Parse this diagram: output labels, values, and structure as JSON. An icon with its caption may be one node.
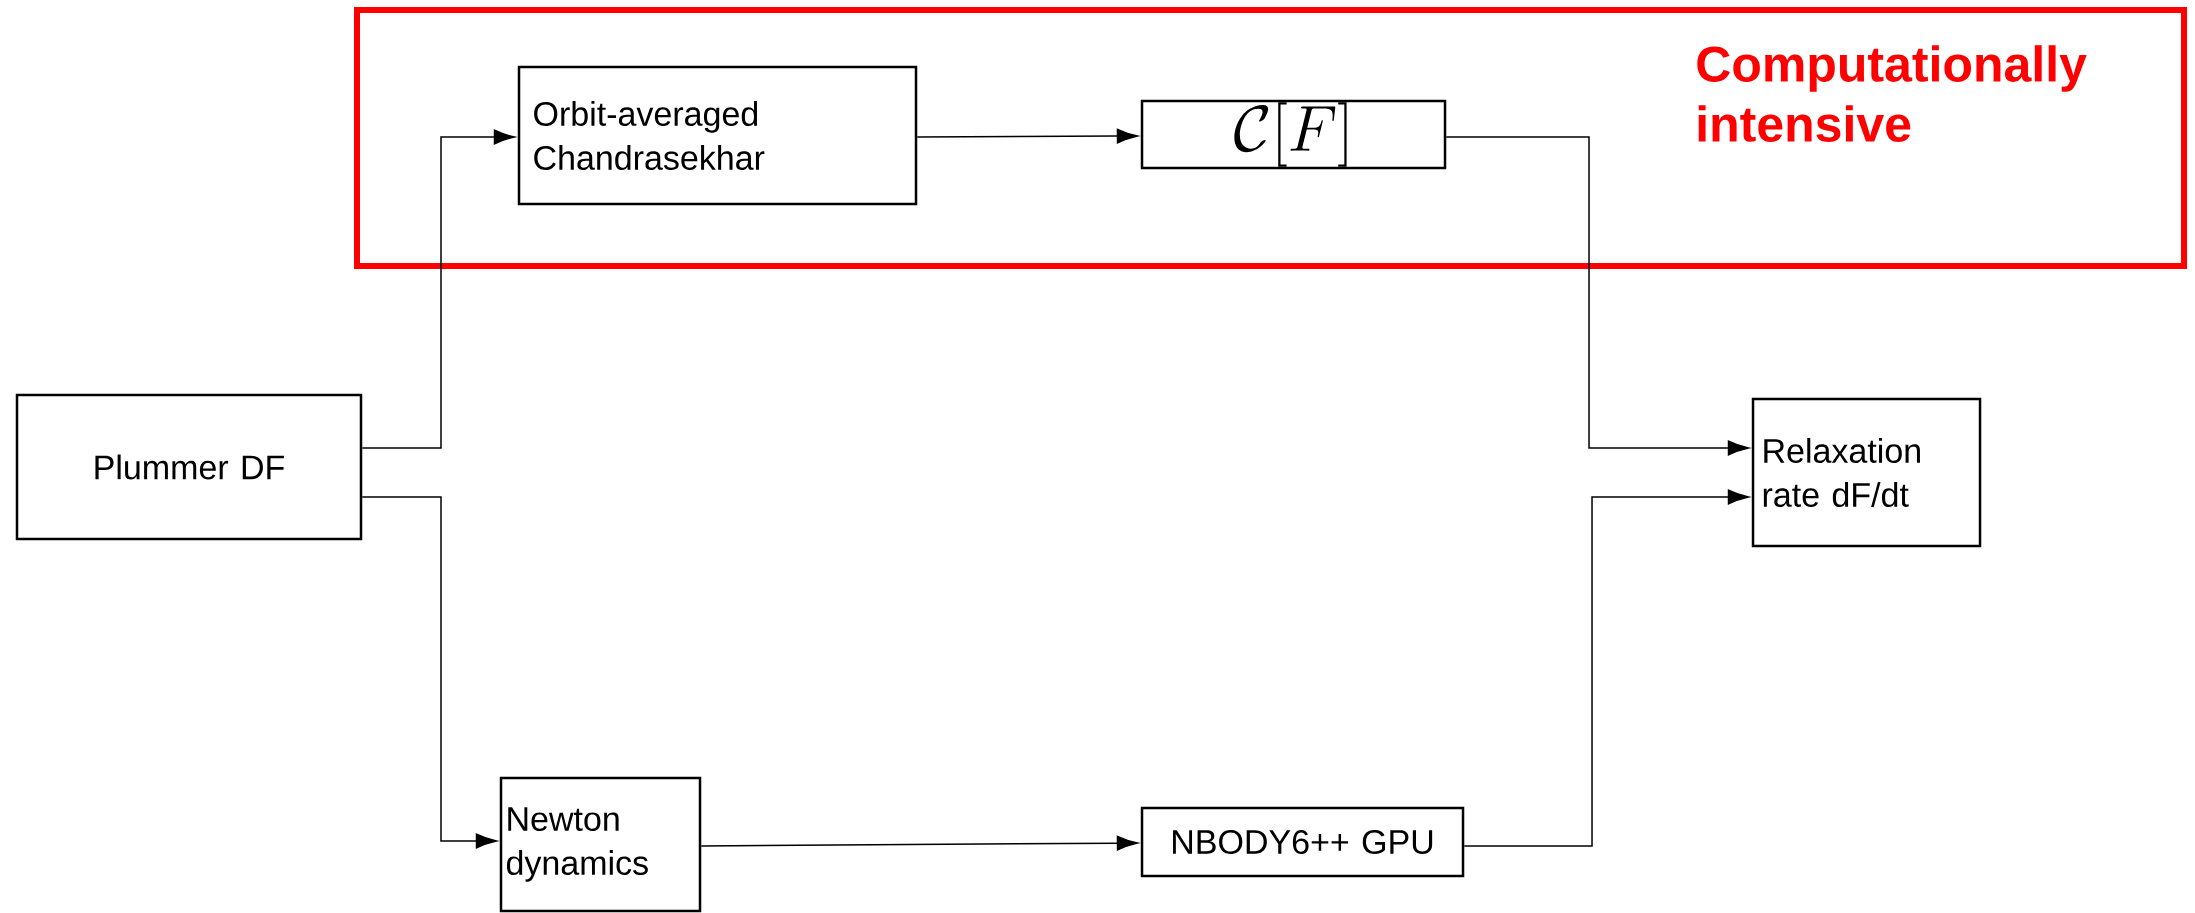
{
  "diagram": {
    "nodes": [
      {
        "text": [
          "Plummer DF"
        ]
      },
      {
        "text": [
          "Computationally intensive"
        ]
      },
      {
        "text": [
          "Orbit-averaged Chandrasekhar"
        ],
        "in": 1
      },
      {
        "text": [
          "\\mathcal{C}[F]"
        ],
        "in": 1
      },
      {
        "text": [
          "Relaxation rate dF/dt"
        ]
      },
      {
        "text": [
          "Newton dynamics"
        ]
      },
      {
        "text": [
          "NBODY6++ GPU"
        ]
      }
    ],
    "edges": [
      {
        "from": 0,
        "to": 2,
        "arrow": "to"
      },
      {
        "from": 2,
        "to": 3,
        "arrow": "to"
      },
      {
        "from": 3,
        "to": 4,
        "arrow": "to"
      },
      {
        "from": 0,
        "to": 5,
        "arrow": "to"
      },
      {
        "from": 5,
        "to": 6,
        "arrow": "to"
      },
      {
        "from": 6,
        "to": 4,
        "arrow": "to"
      }
    ]
  }
}
